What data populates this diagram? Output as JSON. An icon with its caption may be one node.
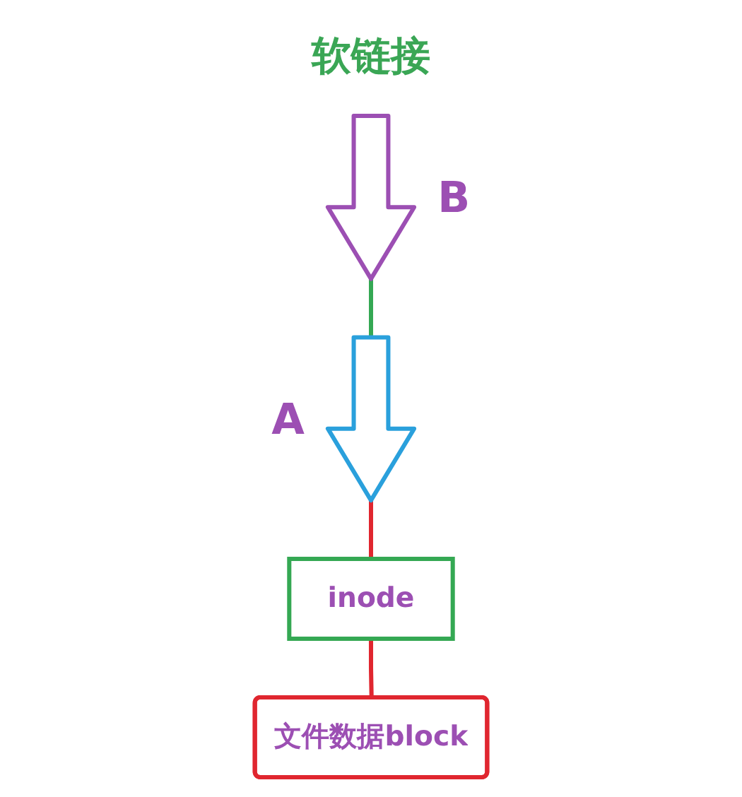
{
  "diagram": {
    "title": "软链接",
    "nodes": [
      {
        "text": [],
        "shape": "arrow",
        "beside": [
          "A"
        ]
      },
      {
        "text": [],
        "shape": "arrow",
        "beside": [
          "B"
        ]
      },
      {
        "text": [
          "inode"
        ]
      },
      {
        "text": [
          "文件数据block"
        ]
      }
    ],
    "edges": [
      {
        "from": 1,
        "to": 0,
        "arrow": "none",
        "color": "#34a853"
      },
      {
        "from": 0,
        "to": 2,
        "arrow": "none"
      },
      {
        "from": 2,
        "to": 3,
        "arrow": "none"
      }
    ]
  }
}
